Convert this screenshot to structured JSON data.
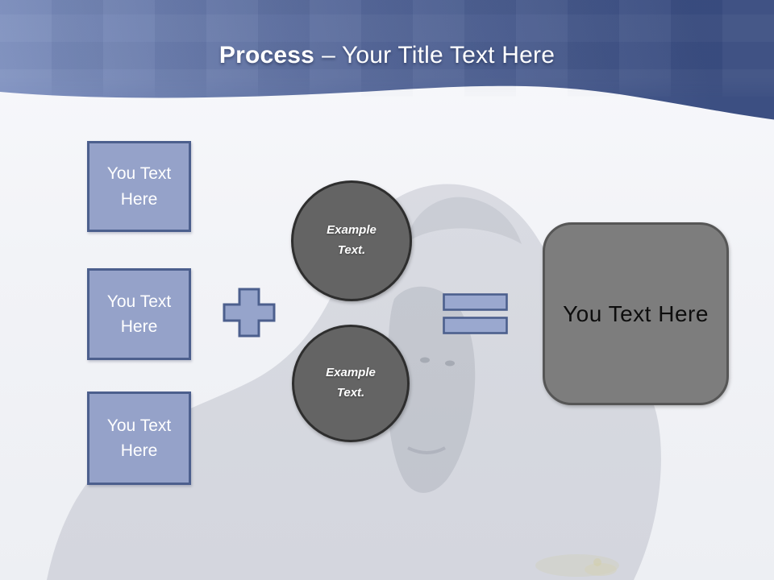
{
  "slide": {
    "title": {
      "emphasis": "Process",
      "rest": "– Your Title Text Here"
    },
    "background": {
      "watermark": "faded gorilla photo",
      "header_style": "blue gradient band with white wave"
    }
  },
  "equation": {
    "inputs": [
      "You Text Here",
      "You Text Here",
      "You Text Here"
    ],
    "examples": [
      "Example Text.",
      "Example Text."
    ],
    "result": "You Text Here",
    "icons": {
      "plus": "+",
      "equals": "="
    }
  },
  "colors": {
    "header_dark": "#3c4f82",
    "header_mid": "#5a6c9d",
    "header_light": "#8294c2",
    "accent_blue_fill": "#95a2c9",
    "accent_blue_border": "#4c5f8d",
    "circle_fill": "#646464",
    "circle_border": "#2e2e2e",
    "result_fill": "#7d7d7d",
    "result_border": "#565656",
    "title_text": "#ffffff",
    "result_text": "#0d0d0d",
    "canvas_bg": "#f2f3f7"
  }
}
